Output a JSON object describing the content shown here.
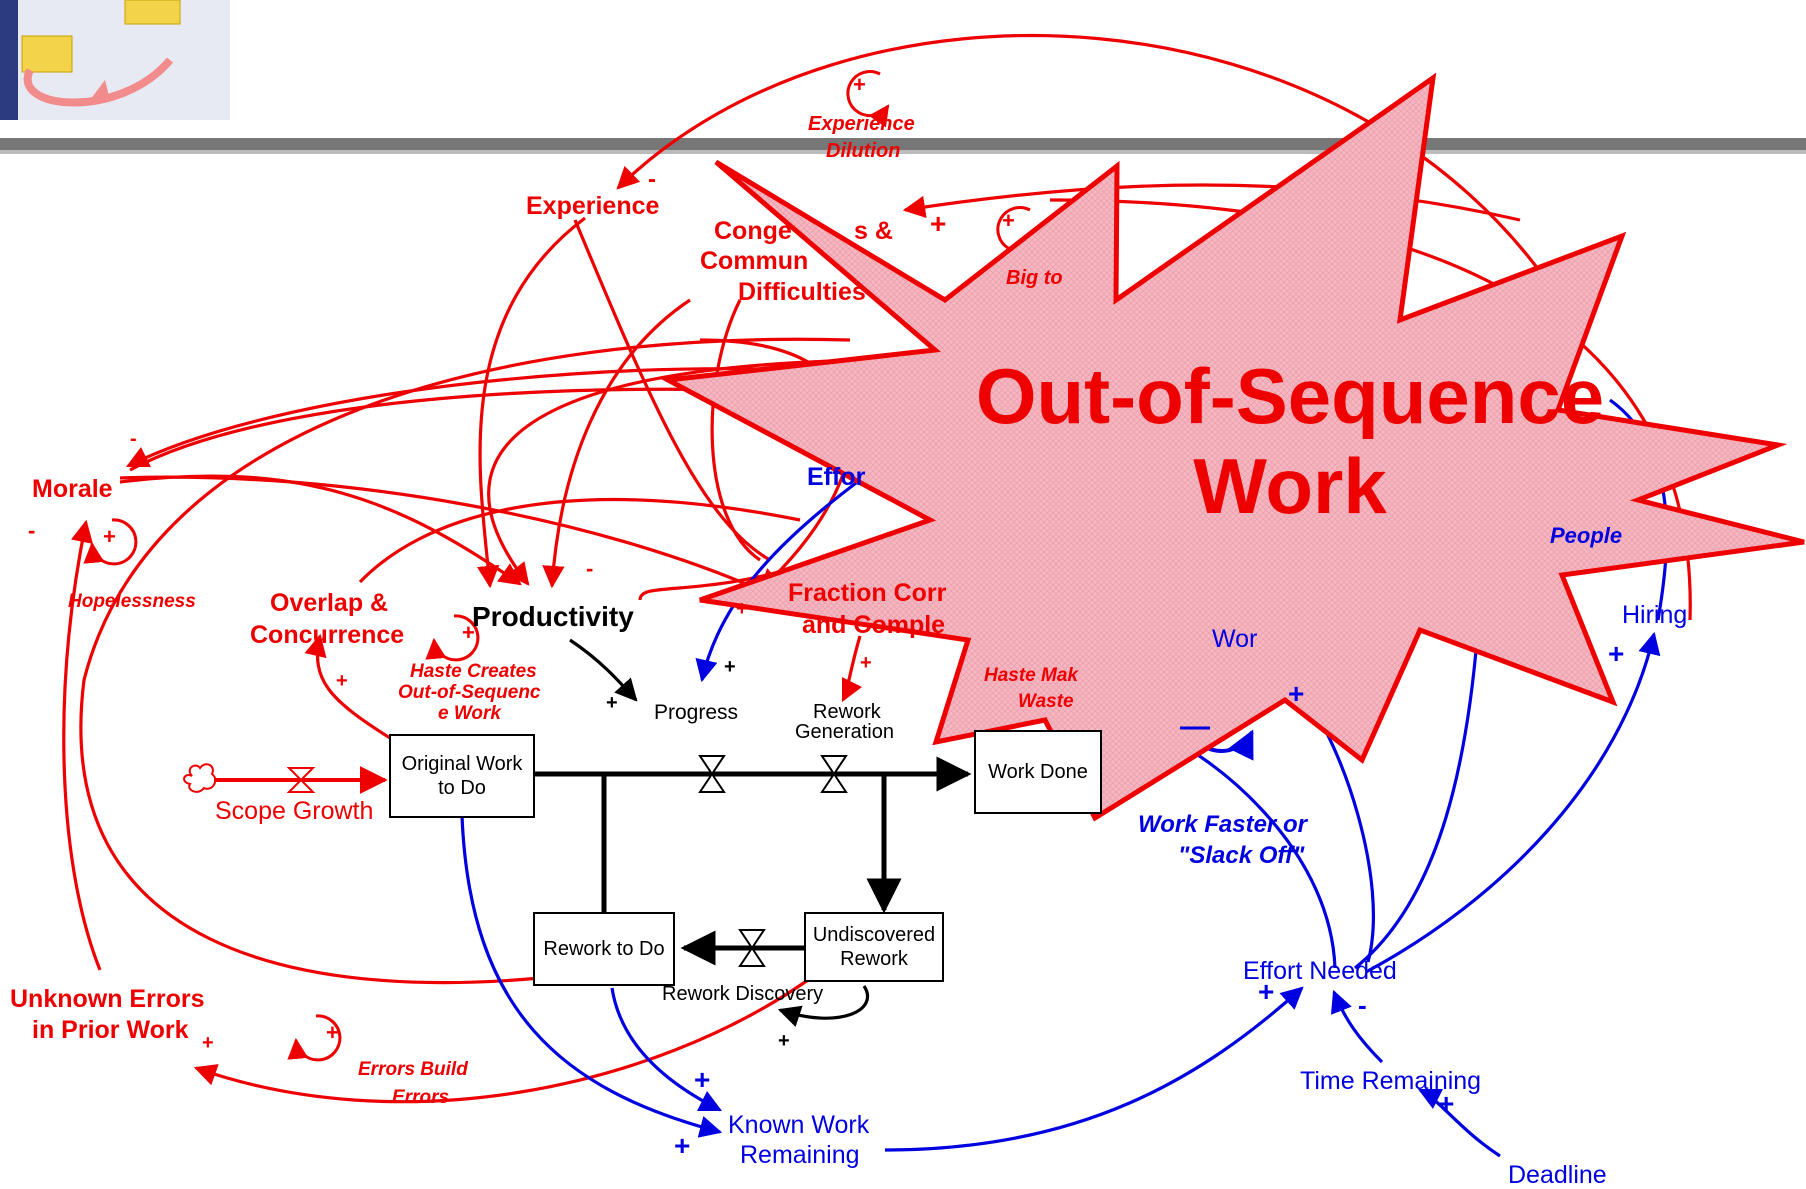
{
  "colors": {
    "causal_red": "#ee0000",
    "causal_blue": "#0000e0",
    "flow_black": "#000000",
    "burst_fill": "#f7b7c1"
  },
  "logo": {
    "icon": "feedback-loop-logo"
  },
  "callout": {
    "line1": "Out-of-Sequence",
    "line2": "Work"
  },
  "variables": {
    "experience": "Experience",
    "congestion_l1": "Conge",
    "congestion_l1b": "s &",
    "congestion_l2": "Commun",
    "congestion_l3": "Difficulties",
    "morale": "Morale",
    "overlap_l1": "Overlap &",
    "overlap_l2": "Concurrence",
    "productivity": "Productivity",
    "progress": "Progress",
    "rework_gen_l1": "Rework",
    "rework_gen_l2": "Generation",
    "fraction_l1": "Fraction Corr",
    "fraction_l2": "and Comple",
    "scope_growth": "Scope Growth",
    "unknown_errors_l1": "Unknown Errors",
    "unknown_errors_l2": "in Prior Work",
    "rework_discovery": "Rework Discovery",
    "known_work_l1": "Known Work",
    "known_work_l2": "Remaining",
    "effort_needed": "Effort Needed",
    "time_remaining": "Time Remaining",
    "deadline": "Deadline",
    "hiring": "Hiring",
    "effort_partial": "Effor",
    "work_partial": "Wor",
    "people_partial": "People"
  },
  "stocks": {
    "original_work": "Original Work to Do",
    "work_done": "Work Done",
    "rework_to_do": "Rework to Do",
    "undiscovered_rework": "Undiscovered Rework"
  },
  "loops": {
    "experience_dilution_l1": "Experience",
    "experience_dilution_l2": "Dilution",
    "hopelessness": "Hopelessness",
    "haste_creates_l1": "Haste Creates",
    "haste_creates_l2": "Out-of-Sequenc",
    "haste_creates_l3": "e Work",
    "haste_waste_l1": "Haste Mak",
    "haste_waste_l2": "Waste",
    "errors_build_l1": "Errors Build",
    "errors_build_l2": "Errors",
    "work_faster_l1": "Work Faster or",
    "work_faster_l2": "\"Slack Off\"",
    "too_big_partial": "Big to"
  },
  "loop_signs": {
    "plus": "+",
    "minus": "—"
  },
  "polarities": {
    "plus": "+",
    "minus": "-"
  }
}
